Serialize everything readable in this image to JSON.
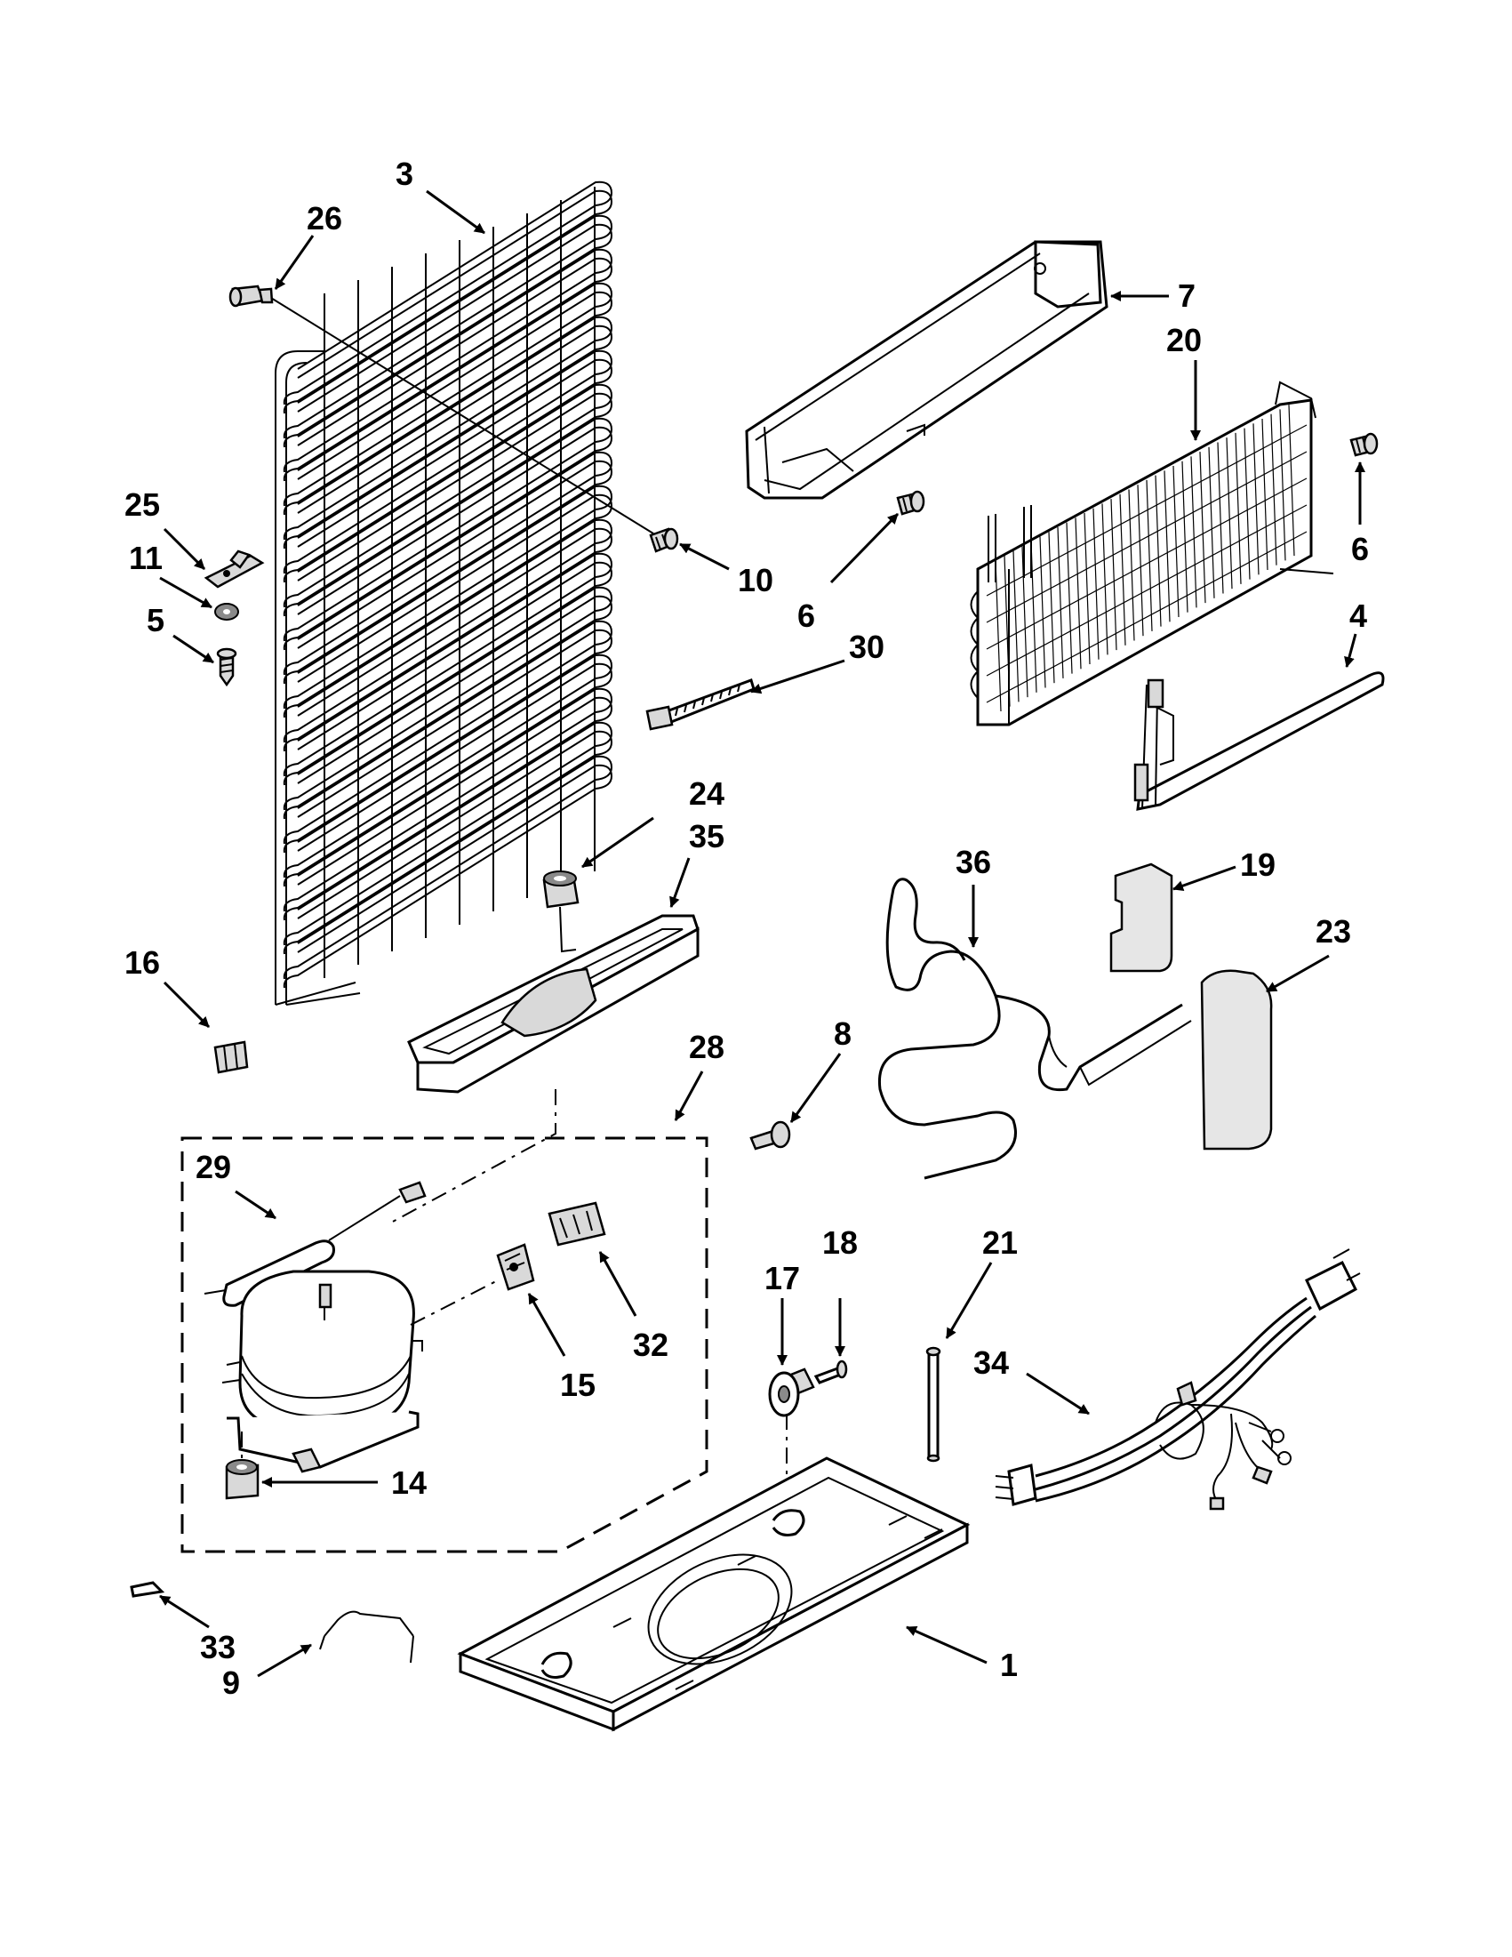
{
  "callouts": {
    "c1": "1",
    "c3": "3",
    "c4": "4",
    "c5": "5",
    "c6a": "6",
    "c6b": "6",
    "c7": "7",
    "c8": "8",
    "c9": "9",
    "c10": "10",
    "c11": "11",
    "c14": "14",
    "c15": "15",
    "c16": "16",
    "c17": "17",
    "c18": "18",
    "c19": "19",
    "c20": "20",
    "c21": "21",
    "c23": "23",
    "c24": "24",
    "c25": "25",
    "c26": "26",
    "c28": "28",
    "c29": "29",
    "c30": "30",
    "c32": "32",
    "c33": "33",
    "c34": "34",
    "c35": "35",
    "c36": "36"
  }
}
